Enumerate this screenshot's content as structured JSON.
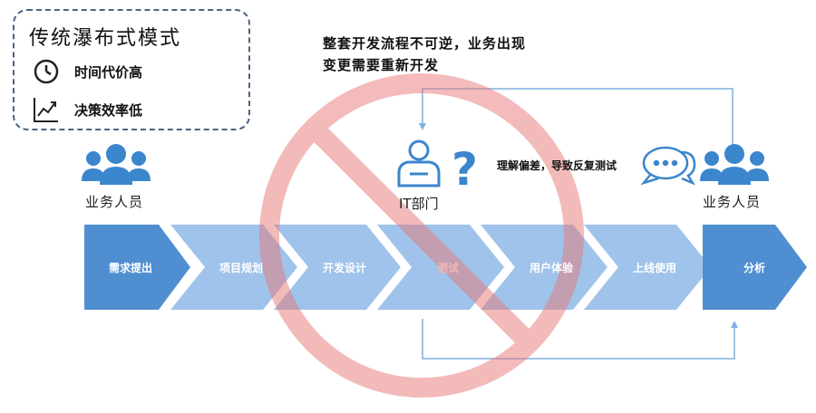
{
  "header": {
    "title": "传统瀑布式模式",
    "features": [
      {
        "icon": "clock-icon",
        "label": "时间代价高"
      },
      {
        "icon": "trend-chart-icon",
        "label": "决策效率低"
      }
    ]
  },
  "notes": {
    "irreversible": "整套开发流程不可逆，业务出现变更需要重新开发",
    "misunderstanding": "理解偏差，导致反复测试"
  },
  "actors": {
    "business_left": "业务人员",
    "it_dept": "IT部门",
    "business_right": "业务人员"
  },
  "steps": [
    {
      "label": "需求提出"
    },
    {
      "label": "项目规划"
    },
    {
      "label": "开发设计"
    },
    {
      "label": "测试"
    },
    {
      "label": "用户体验"
    },
    {
      "label": "上线使用"
    },
    {
      "label": "分析"
    }
  ],
  "colors": {
    "dark_blue": "#4f8fd1",
    "light_blue": "#9fc3ea",
    "prohibit_red": "#e87878",
    "icon_blue": "#3b86cc",
    "border": "#4a6585"
  }
}
